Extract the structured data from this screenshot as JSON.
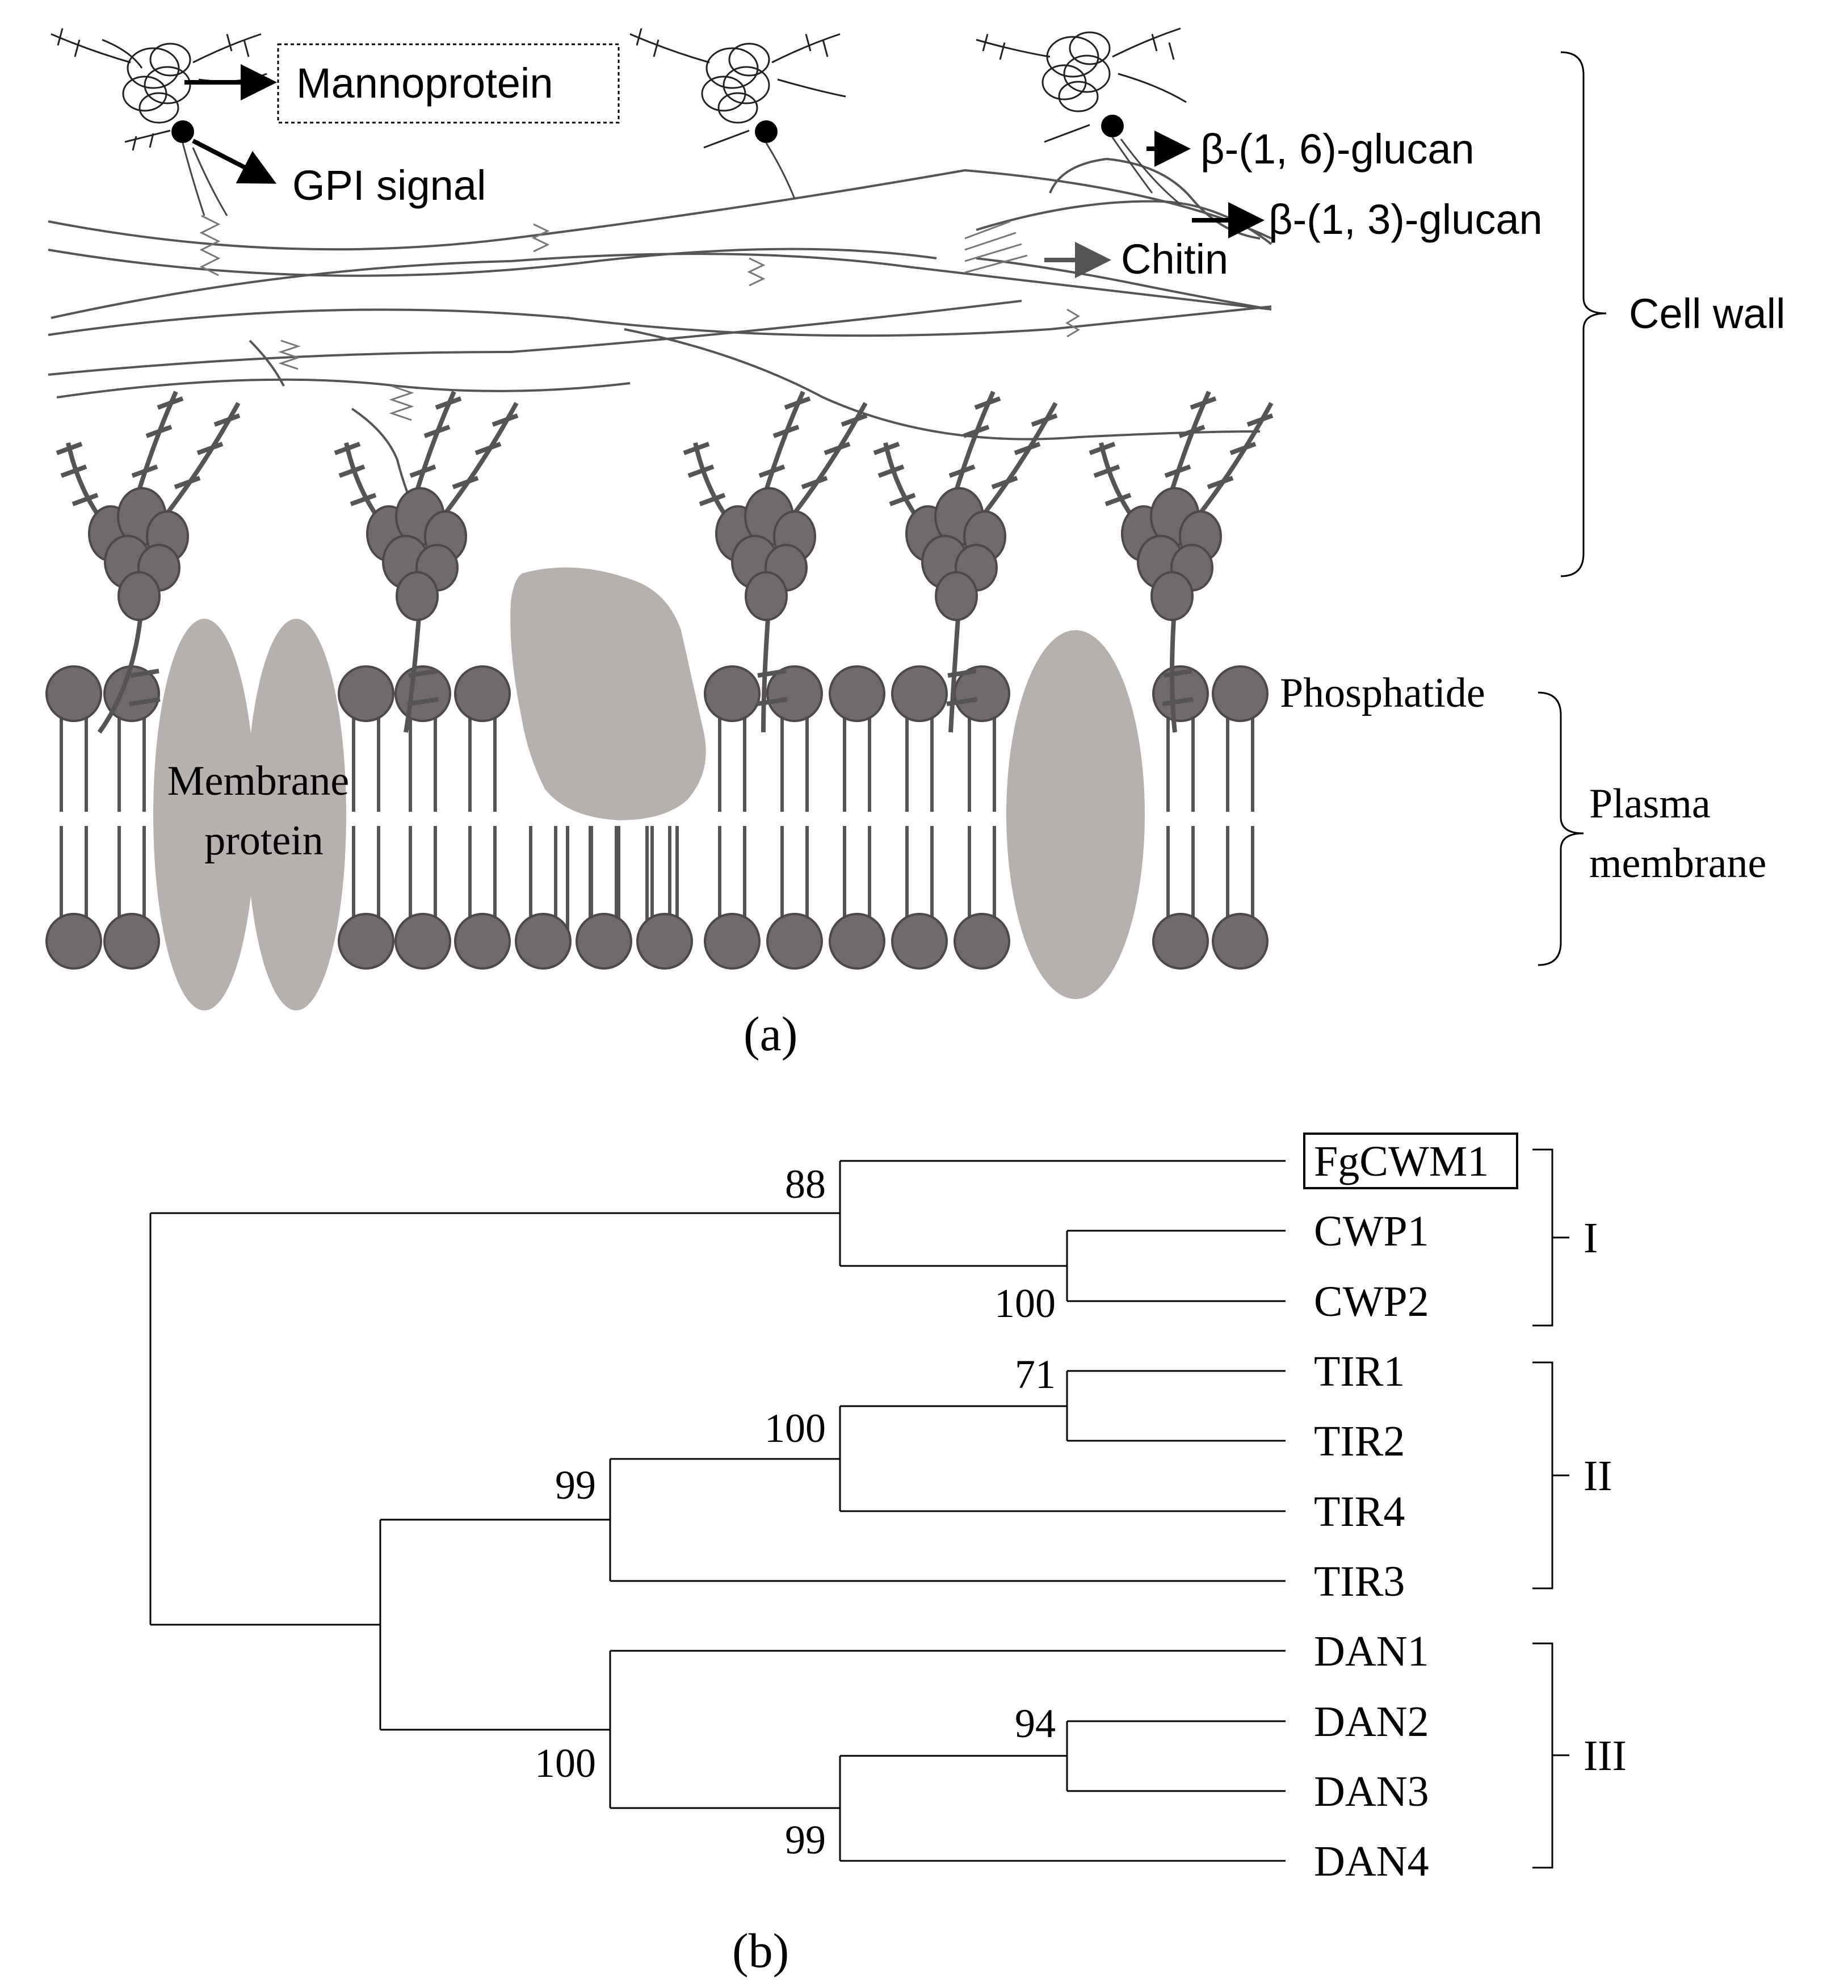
{
  "panel_a": {
    "caption": "(a)",
    "labels": {
      "mannoprotein": "Mannoprotein",
      "gpi": "GPI signal",
      "b16": "β-(1, 6)-glucan",
      "b13": "β-(1, 3)-glucan",
      "chitin": "Chitin",
      "cell_wall": "Cell wall",
      "phosphatide": "Phosphatide",
      "plasma_l1": "Plasma",
      "plasma_l2": "membrane",
      "memprot_l1": "Membrane",
      "memprot_l2": "protein"
    }
  },
  "panel_b": {
    "caption": "(b)",
    "leaves": [
      "FgCWM1",
      "CWP1",
      "CWP2",
      "TIR1",
      "TIR2",
      "TIR4",
      "TIR3",
      "DAN1",
      "DAN2",
      "DAN3",
      "DAN4"
    ],
    "bootstrap": [
      "88",
      "100",
      "71",
      "100",
      "99",
      "94",
      "99",
      "100"
    ],
    "clades": [
      "I",
      "II",
      "III"
    ],
    "boxed_leaf": "FgCWM1"
  },
  "colors": {
    "lipid_head": "#716a6a",
    "membrane_protein": "#b6b0ae",
    "glycoprotein": "#716a6a",
    "line": "#555555"
  }
}
